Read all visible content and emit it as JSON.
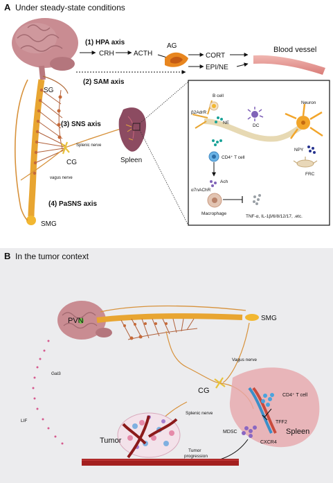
{
  "panel_a": {
    "letter": "A",
    "title": "Under steady-state conditions",
    "axes": {
      "hpa": "(1) HPA axis",
      "sam": "(2) SAM axis",
      "sns": "(3) SNS axis",
      "pasns": "(4) PaSNS axis"
    },
    "hormones": {
      "crh": "CRH",
      "acth": "ACTH",
      "ag": "AG",
      "cort": "CORT",
      "epi_ne": "EPI/NE"
    },
    "blood_vessel": "Blood vessel",
    "sg": "SG",
    "cg": "CG",
    "smg": "SMG",
    "splenic_nerve": "Splenic nerve",
    "vagus_nerve": "vagus nerve",
    "spleen": "Spleen",
    "inset": {
      "b_cell": "B cell",
      "b2adrr": "β2AdrR",
      "ne": "NE",
      "dc": "DC",
      "neuron": "Neuron",
      "npy": "NPY",
      "frc": "FRC",
      "cd4": "CD4⁺ T cell",
      "ach": "Ach",
      "a7nachr": "α7nAChR",
      "macrophage": "Macrophage",
      "cytokines": "TNF-α, IL-1β/6/8/12/17, .etc."
    }
  },
  "panel_b": {
    "letter": "B",
    "title": "In the tumor context",
    "pvn": "PVN",
    "smg": "SMG",
    "vagus_nerve": "Vagus nerve",
    "gal3": "Gal3",
    "lif": "LIF",
    "cg": "CG",
    "cd4": "CD4⁺ T cell",
    "tff2": "TFF2",
    "spleen": "Spleen",
    "splenic_nerve": "Splenic nerve",
    "mdsc": "MDSC",
    "cxcr4": "CXCR4",
    "tumor": "Tumor",
    "tumor_progression_1": "Tumor",
    "tumor_progression_2": "progression"
  },
  "colors": {
    "nerve": "#e8a531",
    "brain": "#c98c92",
    "spleen_a": "#8c4b61",
    "spleen_b": "#e7a8ab",
    "vessel": "#a31f1f",
    "panel_b_bg": "#ececee"
  }
}
